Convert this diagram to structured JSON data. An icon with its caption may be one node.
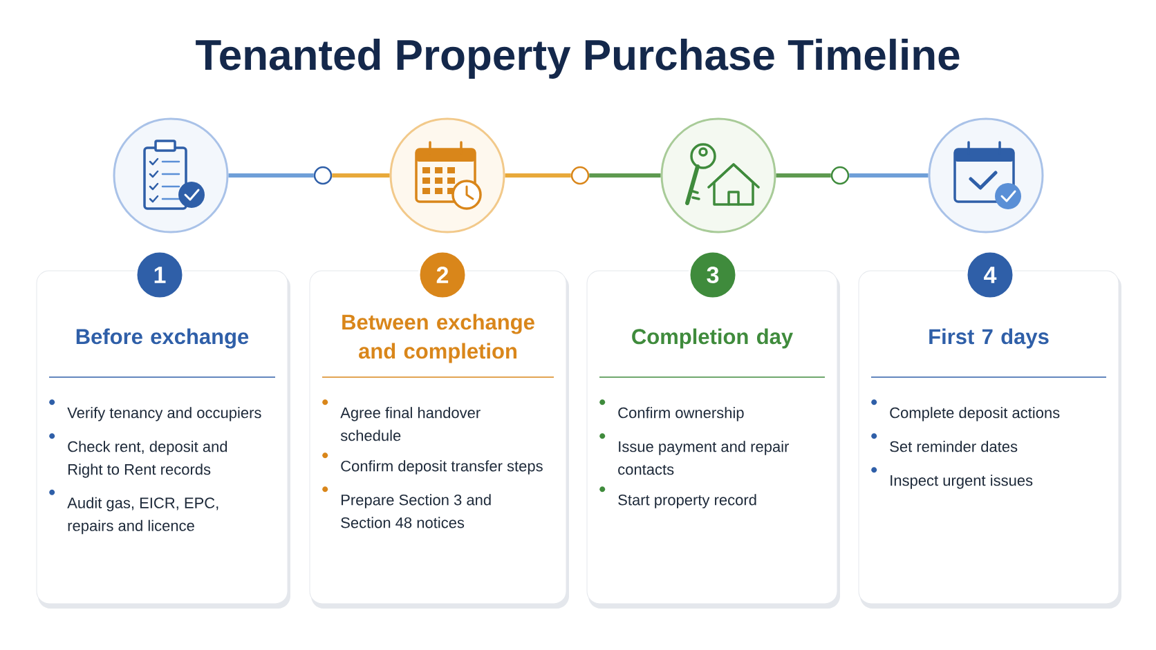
{
  "diagram": {
    "title": "Tenanted Property Purchase Timeline",
    "nodes": [
      {
        "text": [],
        "shape": "circle"
      },
      {
        "text": [],
        "shape": "circle"
      },
      {
        "text": [],
        "shape": "circle"
      },
      {
        "text": [],
        "shape": "circle"
      },
      {
        "text": [],
        "shape": "circle"
      },
      {
        "text": [],
        "shape": "circle"
      },
      {
        "text": [],
        "shape": "circle"
      },
      {
        "text": [
          "1"
        ]
      },
      {
        "text": [
          "Before exchange",
          "Verify tenancy and occupiers",
          "Check rent, deposit and Right to Rent records",
          "Audit gas, EICR, EPC, repairs and licence"
        ]
      },
      {
        "text": [
          "2"
        ]
      },
      {
        "text": [
          "Between exchange and completion",
          "Agree final handover schedule",
          "Confirm deposit transfer steps",
          "Prepare Section 3 and Section 48 notices"
        ]
      },
      {
        "text": [
          "3"
        ]
      },
      {
        "text": [
          "Completion day",
          "Confirm ownership",
          "Issue payment and repair contacts",
          "Start property record"
        ]
      },
      {
        "text": [
          "4"
        ]
      },
      {
        "text": [
          "First 7 days",
          "Complete deposit actions",
          "Set reminder dates",
          "Inspect urgent issues"
        ]
      }
    ],
    "edges": [
      {
        "from": 0,
        "to": 1,
        "arrow": "none",
        "color": "#6f9fd8"
      },
      {
        "from": 1,
        "to": 2,
        "arrow": "none",
        "color": "#e8a93a"
      },
      {
        "from": 2,
        "to": 3,
        "arrow": "none",
        "color": "#e8a93a"
      },
      {
        "from": 3,
        "to": 4,
        "arrow": "none",
        "color": "#5e9a50"
      },
      {
        "from": 4,
        "to": 5,
        "arrow": "none",
        "color": "#5e9a50"
      },
      {
        "from": 5,
        "to": 6,
        "arrow": "none",
        "color": "#6f9fd8"
      }
    ]
  }
}
